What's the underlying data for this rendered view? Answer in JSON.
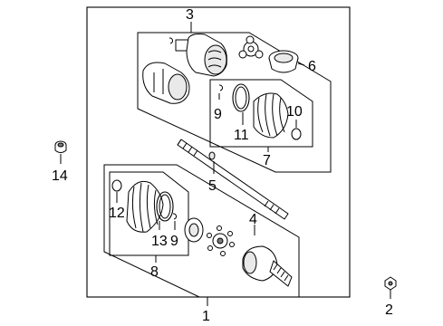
{
  "diagram": {
    "callouts": {
      "c1": "1",
      "c2": "2",
      "c3": "3",
      "c4": "4",
      "c5": "5",
      "c6": "6",
      "c7": "7",
      "c8": "8",
      "c9a": "9",
      "c9b": "9",
      "c10": "10",
      "c11": "11",
      "c12": "12",
      "c13": "13",
      "c14": "14"
    }
  }
}
